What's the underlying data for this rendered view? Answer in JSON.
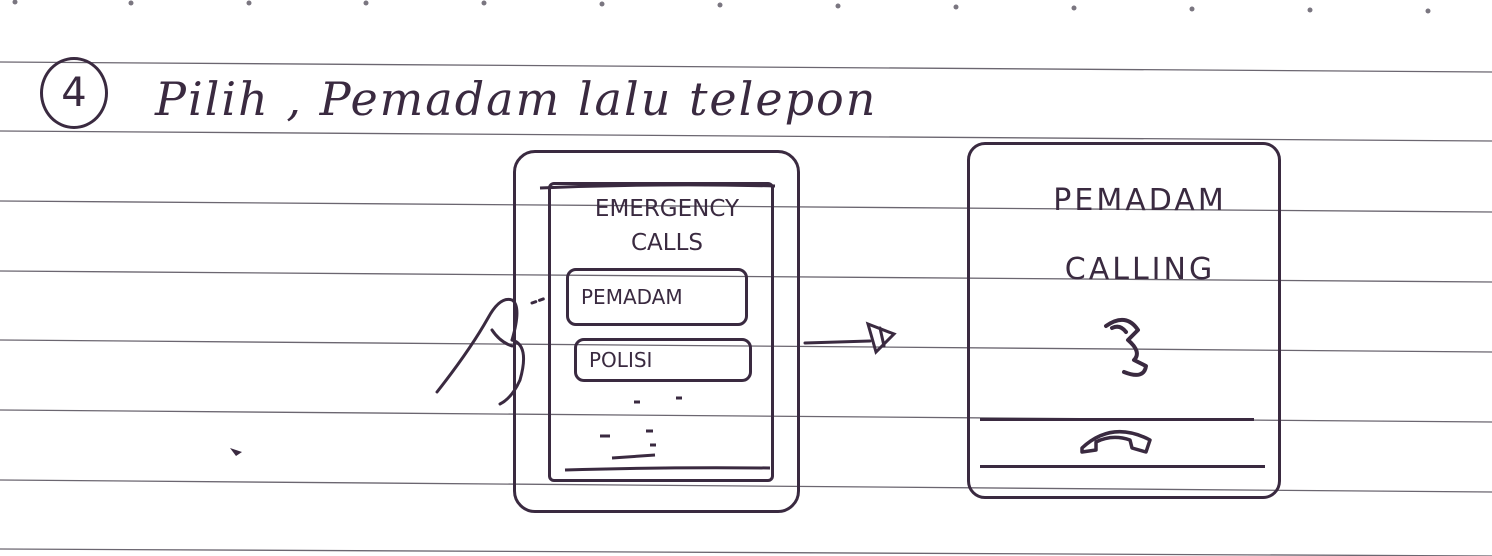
{
  "step": {
    "number": "4"
  },
  "instruction": "Pilih , Pemadam lalu telepon",
  "emergency_screen": {
    "title_line1": "EMERGENCY",
    "title_line2": "CALLS",
    "options": [
      "PEMADAM",
      "POLISI"
    ]
  },
  "calling_screen": {
    "contact": "PEMADAM",
    "status": "CALLING"
  },
  "icons": {
    "hand": "hand-pointer-icon",
    "arrow": "arrow-right-icon",
    "phone": "phone-icon",
    "hangup": "hangup-icon"
  }
}
